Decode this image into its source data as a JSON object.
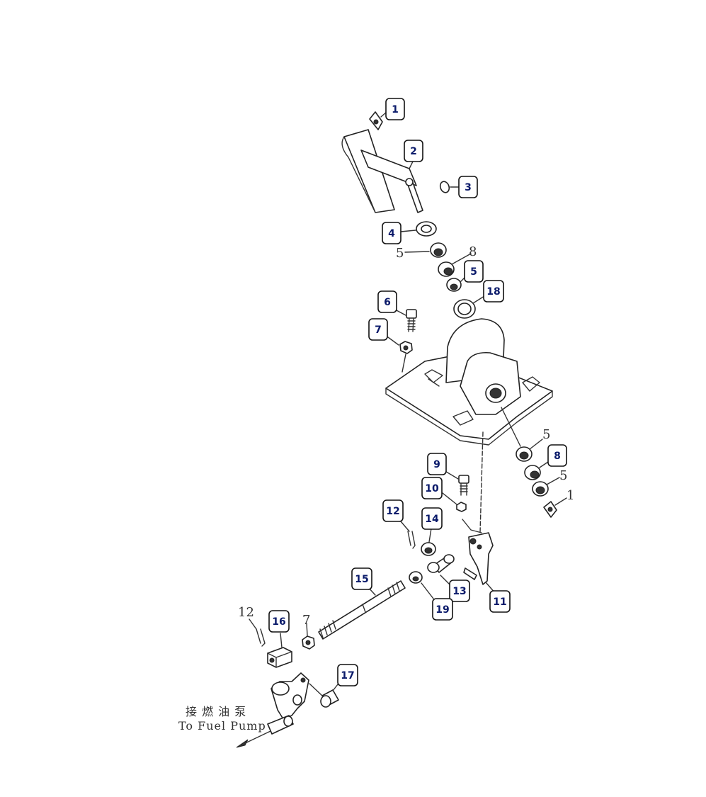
{
  "diagram": {
    "callouts": [
      "1",
      "2",
      "3",
      "4",
      "5",
      "6",
      "7",
      "8",
      "9",
      "10",
      "11",
      "12",
      "13",
      "14",
      "15",
      "16",
      "17",
      "18",
      "19"
    ],
    "plain_labels": {
      "five_a": "5",
      "eight_a": "8",
      "five_b": "5",
      "five_c": "5",
      "one_b": "1",
      "twelve_b": "12",
      "seven_b": "7"
    },
    "caption": {
      "chinese": "接 燃 油 泵",
      "english": "To Fuel Pump"
    }
  }
}
